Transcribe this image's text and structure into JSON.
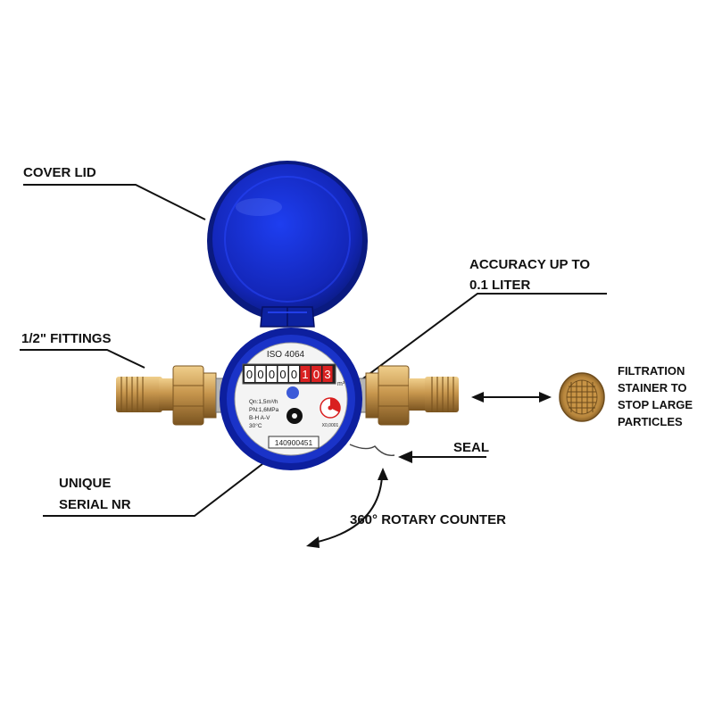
{
  "labels": {
    "cover_lid": "COVER LID",
    "fittings": "1/2\" FITTINGS",
    "accuracy_line1": "ACCURACY UP TO",
    "accuracy_line2": "0.1 LITER",
    "filtration_line1": "FILTRATION",
    "filtration_line2": "STAINER TO",
    "filtration_line3": "STOP LARGE",
    "filtration_line4": "PARTICLES",
    "seal": "SEAL",
    "serial_line1": "UNIQUE",
    "serial_line2": "SERIAL NR",
    "rotary": "360° ROTARY COUNTER"
  },
  "dial": {
    "standard": "ISO 4064",
    "digits": [
      "0",
      "0",
      "0",
      "0",
      "0",
      "1",
      "0",
      "3"
    ],
    "unit": "m³",
    "spec_line1": "Qn:1,5m³/h",
    "spec_line2": "PN:1,6MPa",
    "spec_line3": "B-H A-V",
    "spec_line4": "30°C",
    "serial": "140900451",
    "small_dial": "X0,0001"
  },
  "colors": {
    "lid_blue": "#1a33c8",
    "lid_dark": "#0a1a80",
    "brass": "#c8974e",
    "brass_dark": "#8a6224",
    "counter_red": "#d92020",
    "text": "#111111"
  }
}
